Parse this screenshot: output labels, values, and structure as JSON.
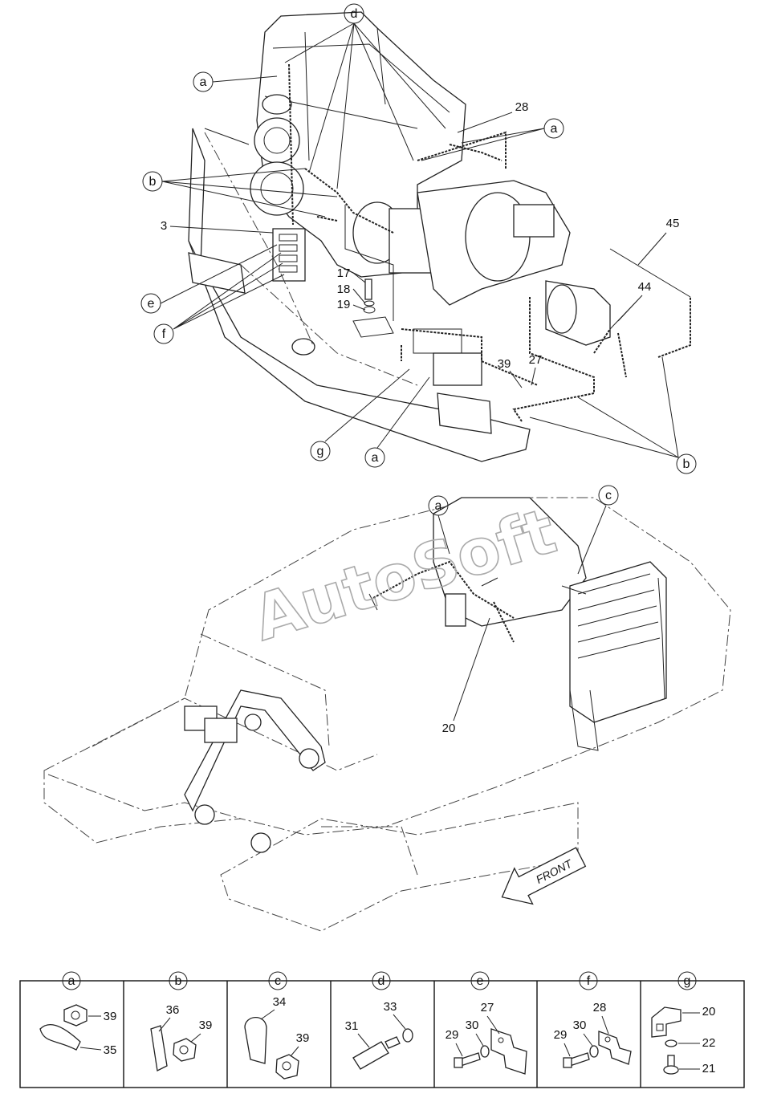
{
  "watermark": "AutoSoft",
  "front_arrow": "FRONT",
  "upper_callouts": {
    "d": "d",
    "a_left": "a",
    "a_right": "a",
    "n28": "28",
    "b_left": "b",
    "n3": "3",
    "n45": "45",
    "n44": "44",
    "n17": "17",
    "n18": "18",
    "n19": "19",
    "e": "e",
    "f": "f",
    "n39": "39",
    "n27": "27",
    "g": "g",
    "a_bottom": "a",
    "b_right": "b"
  },
  "lower_callouts": {
    "a": "a",
    "c": "c",
    "n20": "20"
  },
  "legend": [
    {
      "letter": "a",
      "parts": [
        "39",
        "35"
      ]
    },
    {
      "letter": "b",
      "parts": [
        "36",
        "39"
      ]
    },
    {
      "letter": "c",
      "parts": [
        "34",
        "39"
      ]
    },
    {
      "letter": "d",
      "parts": [
        "33",
        "31"
      ]
    },
    {
      "letter": "e",
      "parts": [
        "27",
        "29",
        "30"
      ]
    },
    {
      "letter": "f",
      "parts": [
        "28",
        "29",
        "30"
      ]
    },
    {
      "letter": "g",
      "parts": [
        "20",
        "22",
        "21"
      ]
    }
  ]
}
